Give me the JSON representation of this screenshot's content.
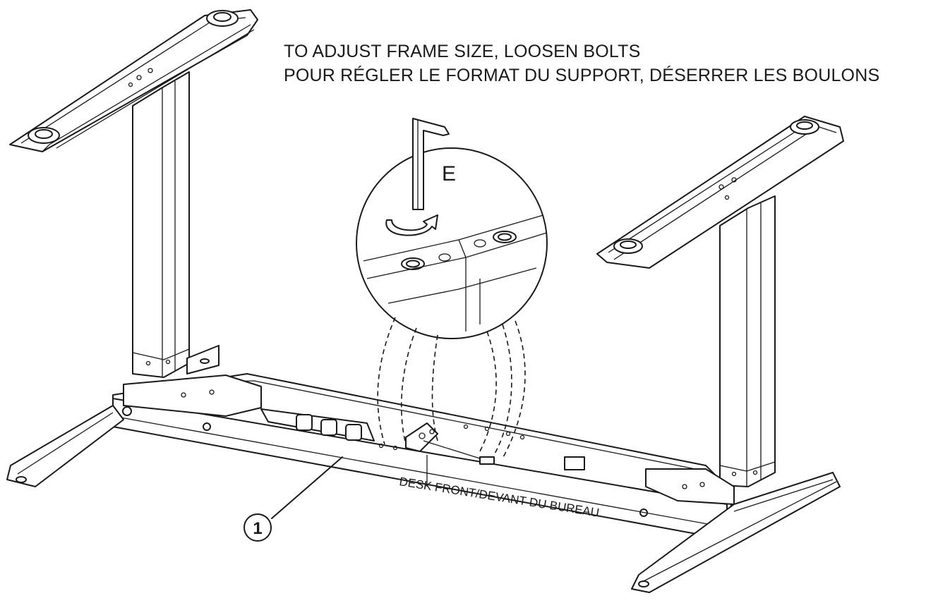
{
  "instructions": {
    "line1": "TO ADJUST FRAME SIZE, LOOSEN BOLTS",
    "line2": "POUR RÉGLER LE FORMAT DU SUPPORT, DÉSERRER LES BOULONS"
  },
  "tool_label": "E",
  "part_number": "1",
  "front_label": "DESK FRONT/DEVANT DU BUREAU",
  "icons": {
    "hex_key": "allen-key-icon",
    "rotate": "rotate-arrow-icon"
  }
}
